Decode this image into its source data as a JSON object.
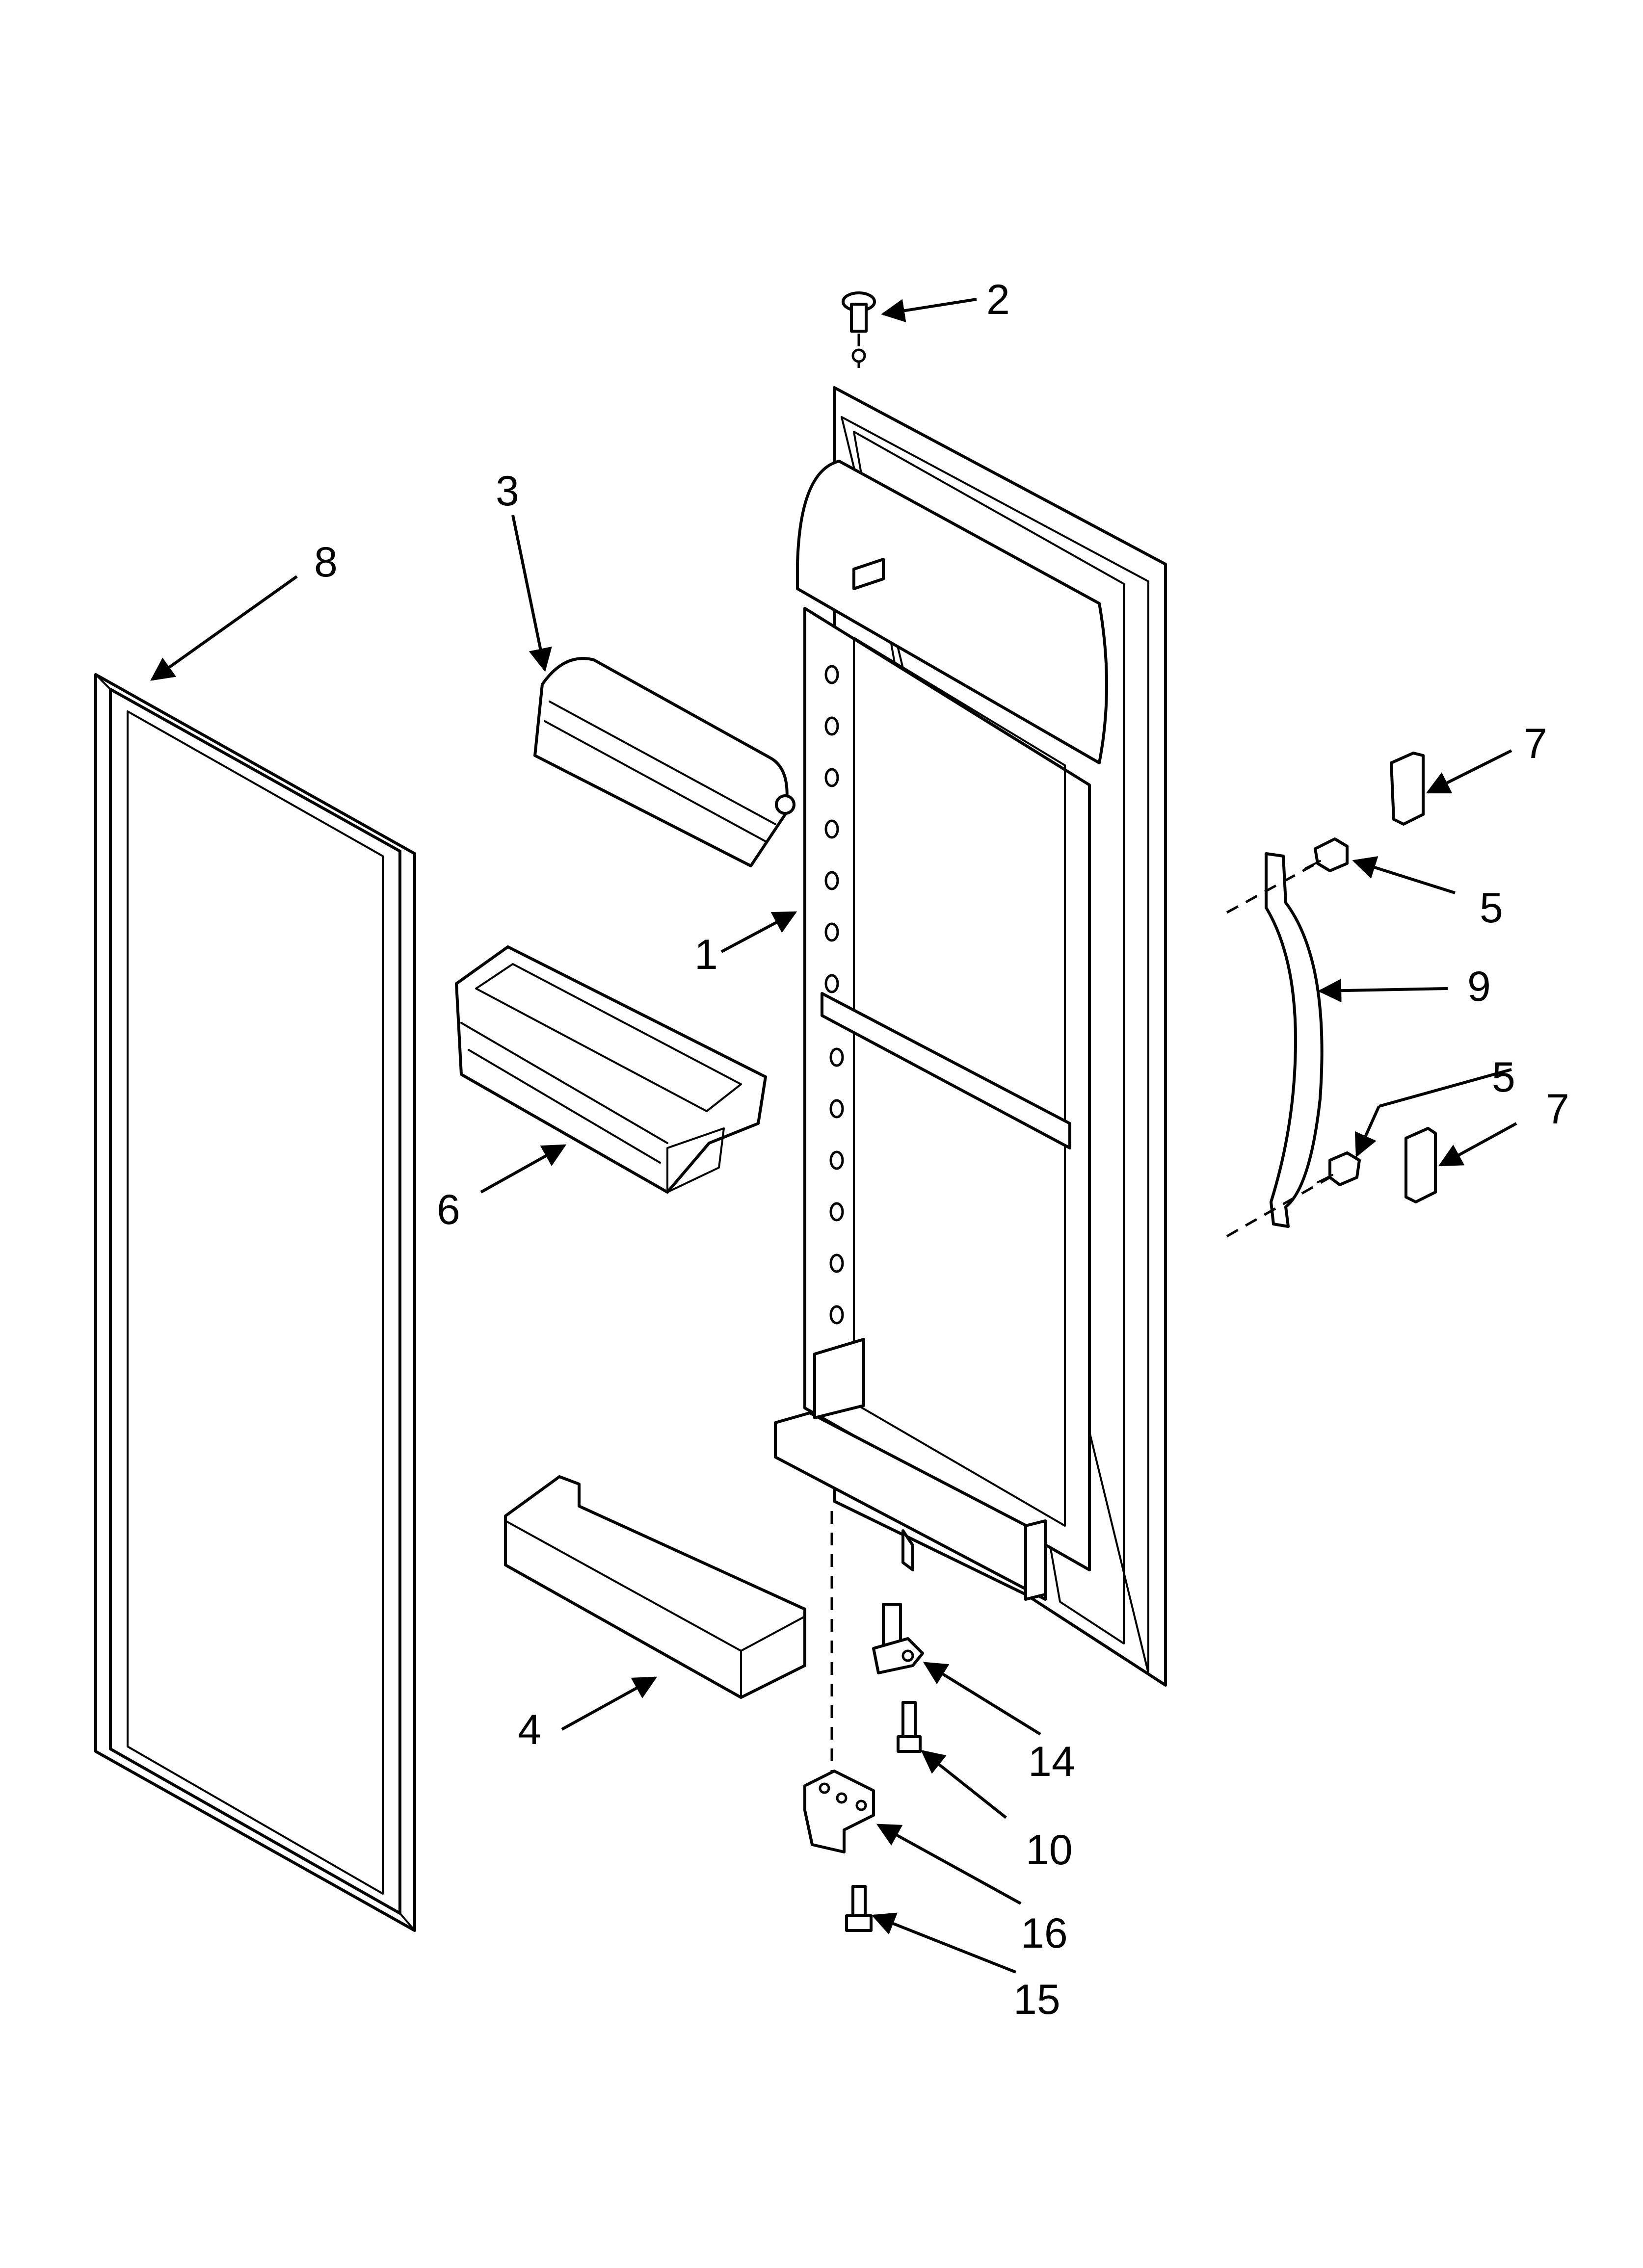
{
  "callouts": {
    "c1": "1",
    "c2": "2",
    "c3": "3",
    "c4": "4",
    "c5a": "5",
    "c5b": "5",
    "c6": "6",
    "c7a": "7",
    "c7b": "7",
    "c8": "8",
    "c9": "9",
    "c10": "10",
    "c14": "14",
    "c15": "15",
    "c16": "16"
  }
}
